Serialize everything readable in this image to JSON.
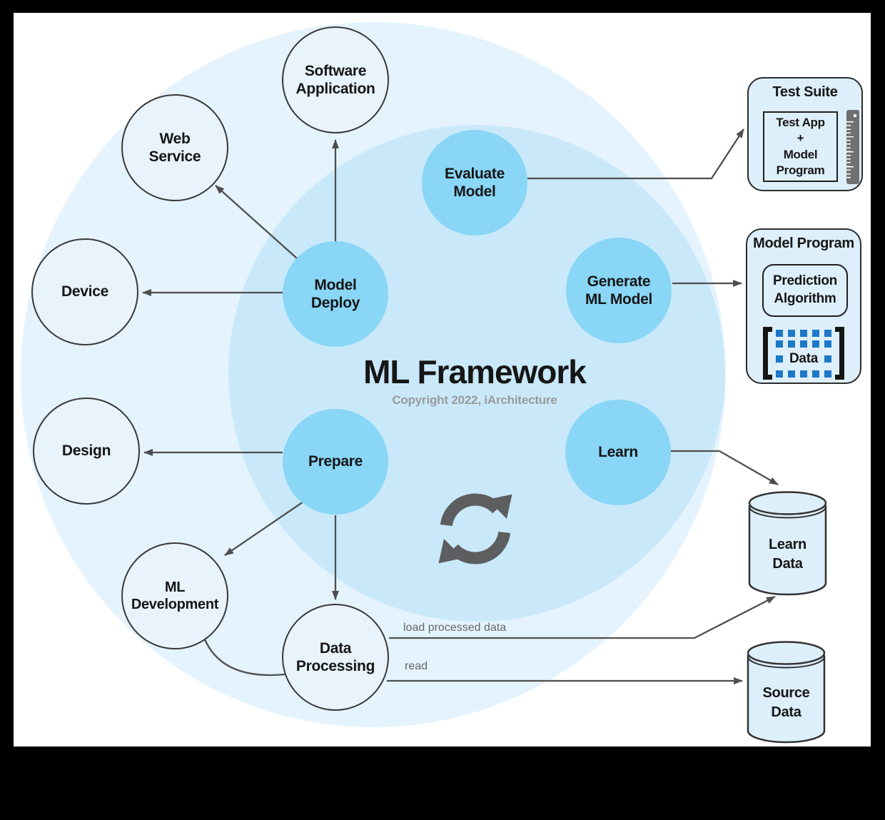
{
  "title": {
    "text": "ML Framework",
    "copyright": "Copyright 2022, iArchitecture"
  },
  "nodes": {
    "blue": [
      {
        "line1": "Evaluate",
        "line2": "Model"
      },
      {
        "line1": "Generate",
        "line2": "ML Model"
      },
      {
        "line1": "Learn",
        "line2": ""
      },
      {
        "line1": "Prepare",
        "line2": ""
      },
      {
        "line1": "Model",
        "line2": "Deploy"
      }
    ],
    "white": [
      {
        "line1": "Software",
        "line2": "Application"
      },
      {
        "line1": "Web",
        "line2": "Service"
      },
      {
        "line1": "Device",
        "line2": ""
      },
      {
        "line1": "Design",
        "line2": ""
      },
      {
        "line1": "ML",
        "line2": "Development"
      },
      {
        "line1": "Data",
        "line2": "Processing"
      }
    ]
  },
  "boxes": {
    "test_suite": {
      "title": "Test Suite",
      "inner_line1": "Test App",
      "inner_line2": "+",
      "inner_line3": "Model",
      "inner_line4": "Program"
    },
    "model_program": {
      "title": "Model Program",
      "algo_line1": "Prediction",
      "algo_line2": "Algorithm",
      "data_label": "Data"
    }
  },
  "cylinders": {
    "learn_data": {
      "line1": "Learn",
      "line2": "Data"
    },
    "source_data": {
      "line1": "Source",
      "line2": "Data"
    }
  },
  "edge_labels": {
    "load_processed": "load processed data",
    "read": "read"
  },
  "icons": {
    "refresh": "circular-sync-arrows",
    "ruler": "measurement-ruler"
  },
  "colors": {
    "frame": "#000000",
    "canvas": "#ffffff",
    "outer_circle": "#e4f3fd",
    "inner_circle": "#c9e9fa",
    "node_blue": "#89d6f6",
    "node_light": "#e8f3fb",
    "panel_fill": "#ddeffa",
    "stroke_dark": "#2d2d2d",
    "arrow": "#4f4f4f",
    "data_square": "#1d78c8",
    "copyright_gray": "#9a9a9a",
    "edge_label_gray": "#666666"
  }
}
